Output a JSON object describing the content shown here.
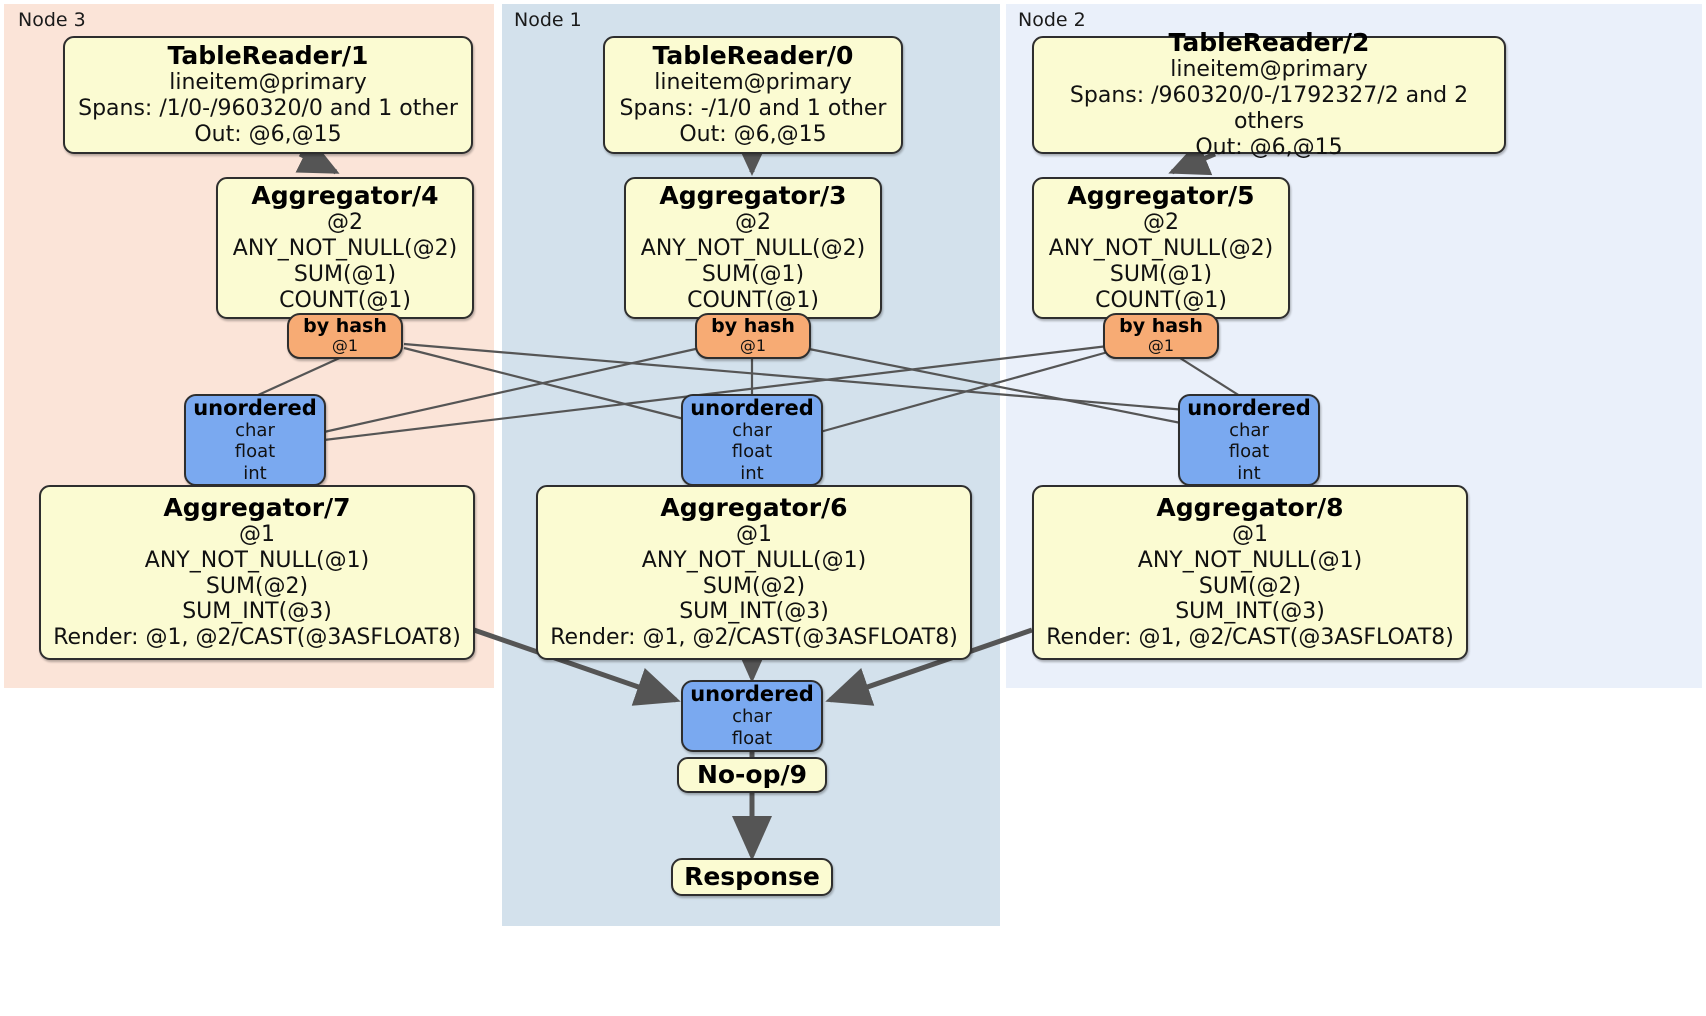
{
  "diagram": {
    "type": "distributed-query-execution-plan",
    "panels": [
      {
        "id": "node3",
        "label": "Node 3",
        "color": "#fbe4d8"
      },
      {
        "id": "node1",
        "label": "Node 1",
        "color": "#d3e1ec"
      },
      {
        "id": "node2",
        "label": "Node 2",
        "color": "#eaf0fa"
      }
    ],
    "colors": {
      "processor_fill": "#fbfbd2",
      "hash_router_fill": "#f7ab74",
      "unordered_router_fill": "#7aa9f0",
      "border": "#2e2e2e",
      "edge": "#555555"
    },
    "table_readers": [
      {
        "id": "tr1",
        "title": "TableReader/1",
        "lines": [
          "lineitem@primary",
          "Spans: /1/0-/960320/0 and 1 other",
          "Out: @6,@15"
        ]
      },
      {
        "id": "tr0",
        "title": "TableReader/0",
        "lines": [
          "lineitem@primary",
          "Spans: -/1/0 and 1 other",
          "Out: @6,@15"
        ]
      },
      {
        "id": "tr2",
        "title": "TableReader/2",
        "lines": [
          "lineitem@primary",
          "Spans: /960320/0-/1792327/2 and 2 others",
          "Out: @6,@15"
        ]
      }
    ],
    "aggregators_top": [
      {
        "id": "agg4",
        "title": "Aggregator/4",
        "lines": [
          "@2",
          "ANY_NOT_NULL(@2)",
          "SUM(@1)",
          "COUNT(@1)"
        ]
      },
      {
        "id": "agg3",
        "title": "Aggregator/3",
        "lines": [
          "@2",
          "ANY_NOT_NULL(@2)",
          "SUM(@1)",
          "COUNT(@1)"
        ]
      },
      {
        "id": "agg5",
        "title": "Aggregator/5",
        "lines": [
          "@2",
          "ANY_NOT_NULL(@2)",
          "SUM(@1)",
          "COUNT(@1)"
        ]
      }
    ],
    "hash_routers": [
      {
        "id": "hash4",
        "title": "by hash",
        "lines": [
          "@1"
        ]
      },
      {
        "id": "hash3",
        "title": "by hash",
        "lines": [
          "@1"
        ]
      },
      {
        "id": "hash5",
        "title": "by hash",
        "lines": [
          "@1"
        ]
      }
    ],
    "unordered_routers": [
      {
        "id": "un7",
        "title": "unordered",
        "lines": [
          "char",
          "float",
          "int"
        ]
      },
      {
        "id": "un6",
        "title": "unordered",
        "lines": [
          "char",
          "float",
          "int"
        ]
      },
      {
        "id": "un8",
        "title": "unordered",
        "lines": [
          "char",
          "float",
          "int"
        ]
      }
    ],
    "aggregators_bottom": [
      {
        "id": "agg7",
        "title": "Aggregator/7",
        "lines": [
          "@1",
          "ANY_NOT_NULL(@1)",
          "SUM(@2)",
          "SUM_INT(@3)",
          "Render: @1, @2/CAST(@3ASFLOAT8)"
        ]
      },
      {
        "id": "agg6",
        "title": "Aggregator/6",
        "lines": [
          "@1",
          "ANY_NOT_NULL(@1)",
          "SUM(@2)",
          "SUM_INT(@3)",
          "Render: @1, @2/CAST(@3ASFLOAT8)"
        ]
      },
      {
        "id": "agg8",
        "title": "Aggregator/8",
        "lines": [
          "@1",
          "ANY_NOT_NULL(@1)",
          "SUM(@2)",
          "SUM_INT(@3)",
          "Render: @1, @2/CAST(@3ASFLOAT8)"
        ]
      }
    ],
    "final_router": {
      "id": "un9",
      "title": "unordered",
      "lines": [
        "char",
        "float"
      ]
    },
    "noop": {
      "id": "noop9",
      "title": "No-op/9"
    },
    "response": {
      "id": "response",
      "title": "Response"
    }
  }
}
